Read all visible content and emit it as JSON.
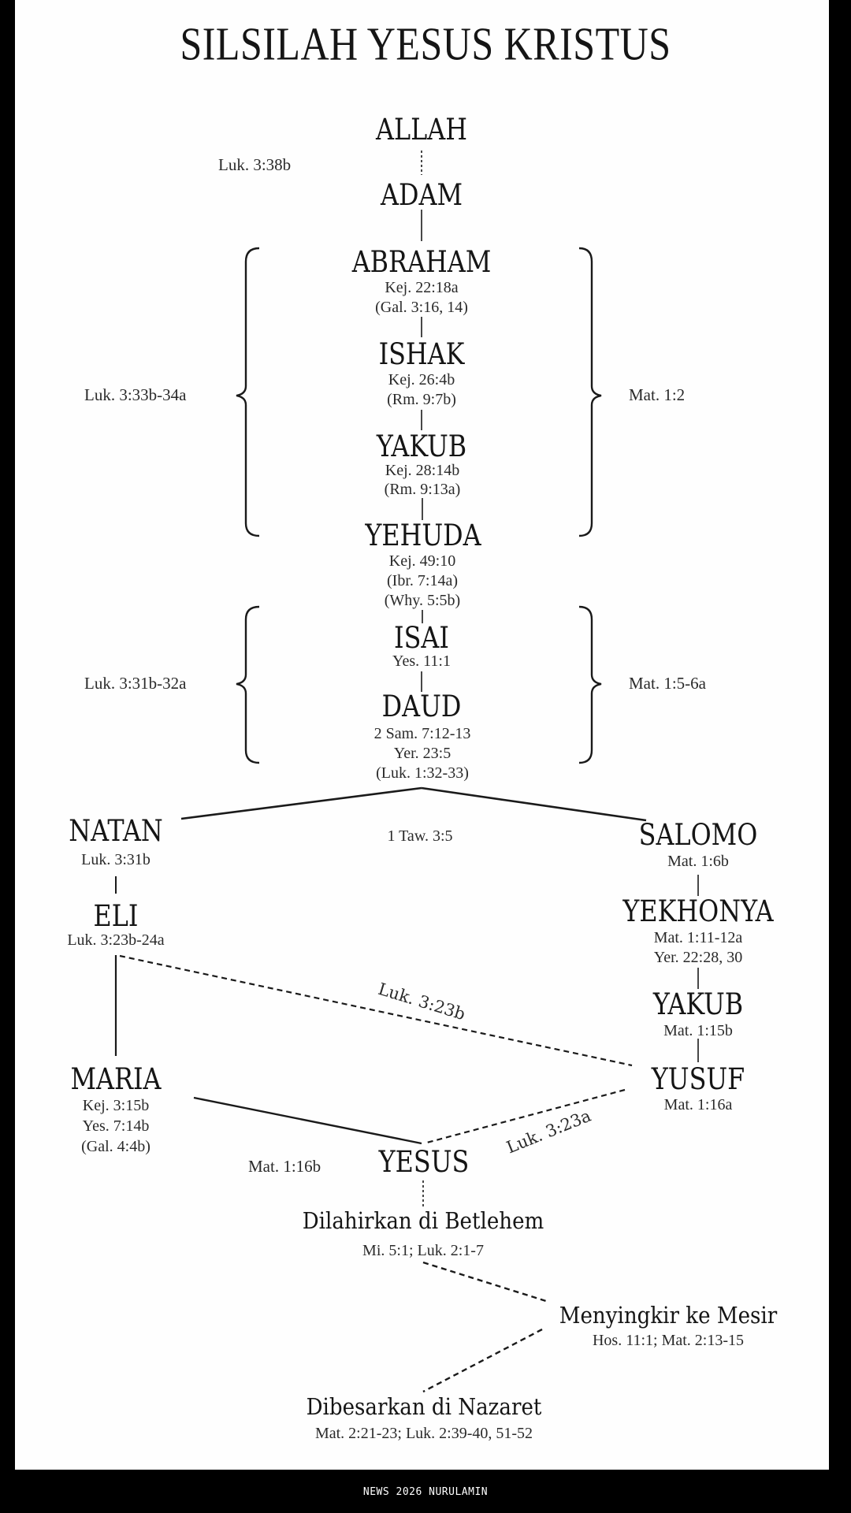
{
  "title": "SILSILAH YESUS KRISTUS",
  "footer": "NEWS 2026 NURULAMIN",
  "colors": {
    "background": "#000000",
    "panel": "#fefefe",
    "ink": "#151515",
    "footer_text": "#ffffff"
  },
  "central_line": {
    "allah": {
      "name": "ALLAH"
    },
    "allah_adam_ref": "Luk. 3:38b",
    "adam": {
      "name": "ADAM"
    },
    "abraham": {
      "name": "ABRAHAM",
      "refs": [
        "Kej. 22:18a",
        "(Gal. 3:16, 14)"
      ]
    },
    "ishak": {
      "name": "ISHAK",
      "refs": [
        "Kej. 26:4b",
        "(Rm. 9:7b)"
      ]
    },
    "yakub": {
      "name": "YAKUB",
      "refs": [
        "Kej. 28:14b",
        "(Rm. 9:13a)"
      ]
    },
    "yehuda": {
      "name": "YEHUDA",
      "refs": [
        "Kej. 49:10",
        "(Ibr. 7:14a)",
        "(Why. 5:5b)"
      ]
    },
    "isai": {
      "name": "ISAI",
      "refs": [
        "Yes. 11:1"
      ]
    },
    "daud": {
      "name": "DAUD",
      "refs": [
        "2 Sam. 7:12-13",
        "Yer. 23:5",
        "(Luk. 1:32-33)"
      ]
    }
  },
  "brackets": [
    {
      "left_label": "Luk. 3:33b-34a",
      "right_label": "Mat. 1:2",
      "covers": "ABRAHAM-YEHUDA"
    },
    {
      "left_label": "Luk. 3:31b-32a",
      "right_label": "Mat. 1:5-6a",
      "covers": "ISAI-DAUD"
    }
  ],
  "branch_ref": "1 Taw. 3:5",
  "luke_line": {
    "natan": {
      "name": "NATAN",
      "refs": [
        "Luk. 3:31b"
      ]
    },
    "eli": {
      "name": "ELI",
      "refs": [
        "Luk. 3:23b-24a"
      ]
    },
    "maria": {
      "name": "MARIA",
      "refs": [
        "Kej. 3:15b",
        "Yes. 7:14b",
        "(Gal. 4:4b)"
      ]
    }
  },
  "matthew_line": {
    "salomo": {
      "name": "SALOMO",
      "refs": [
        "Mat. 1:6b"
      ]
    },
    "yekhonya": {
      "name": "YEKHONYA",
      "refs": [
        "Mat. 1:11-12a",
        "Yer. 22:28, 30"
      ]
    },
    "yakub": {
      "name": "YAKUB",
      "refs": [
        "Mat. 1:15b"
      ]
    },
    "yusuf": {
      "name": "YUSUF",
      "refs": [
        "Mat. 1:16a"
      ]
    }
  },
  "eli_yusuf_ref": "Luk. 3:23b",
  "yusuf_yesus_ref": "Luk. 3:23a",
  "yesus": {
    "name": "YESUS",
    "ref": "Mat. 1:16b"
  },
  "events": [
    {
      "label": "Dilahirkan di Betlehem",
      "refs": "Mi. 5:1; Luk. 2:1-7"
    },
    {
      "label": "Menyingkir ke Mesir",
      "refs": "Hos. 11:1; Mat. 2:13-15"
    },
    {
      "label": "Dibesarkan di Nazaret",
      "refs": "Mat. 2:21-23; Luk. 2:39-40, 51-52"
    }
  ]
}
